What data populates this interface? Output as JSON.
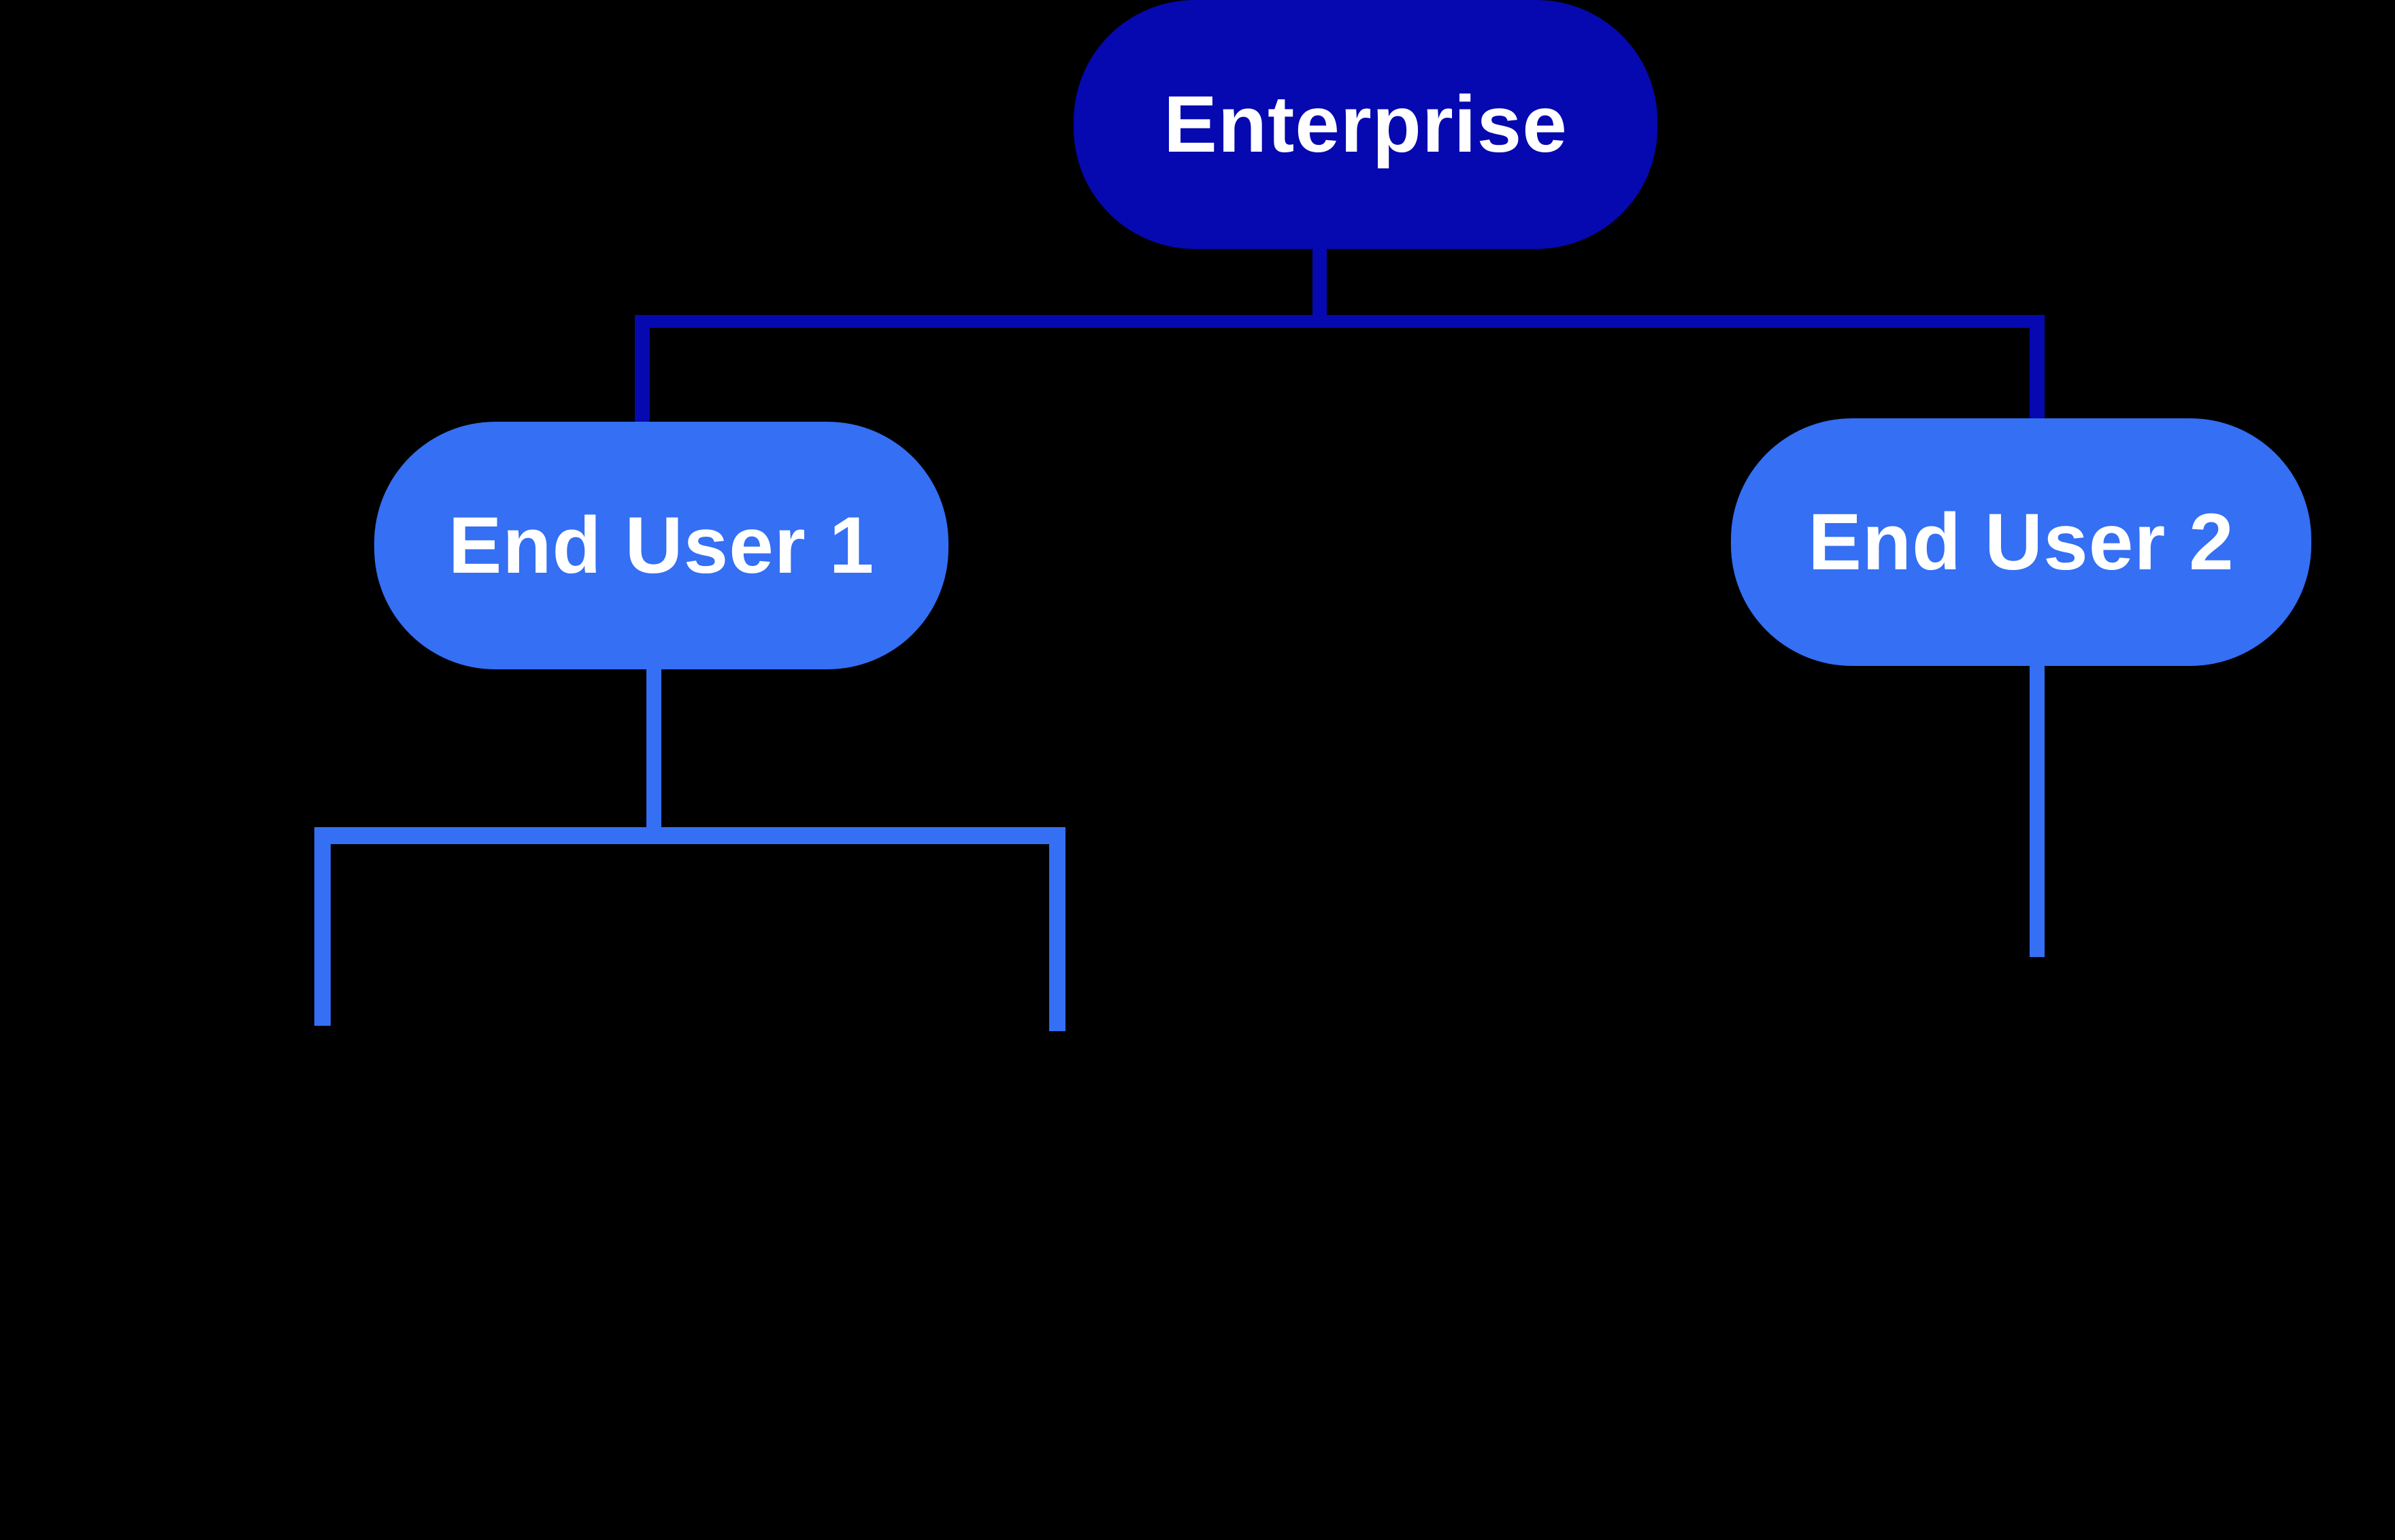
{
  "diagram": {
    "type": "org-tree",
    "colors": {
      "background": "#000000",
      "root_fill": "#0609AF",
      "child_fill": "#346FF4",
      "connector_dark": "#0609AF",
      "connector_light": "#346FF4",
      "label_text": "#FFFFFF"
    },
    "nodes": {
      "root": {
        "id": "enterprise",
        "label": "Enterprise"
      },
      "child1": {
        "id": "end-user-1",
        "label": "End User 1"
      },
      "child2": {
        "id": "end-user-2",
        "label": "End User 2"
      }
    },
    "edges": [
      {
        "from": "enterprise",
        "to": "end-user-1",
        "style": "dark"
      },
      {
        "from": "enterprise",
        "to": "end-user-2",
        "style": "dark"
      },
      {
        "from": "end-user-1",
        "to": "truncated-branch-left",
        "style": "light"
      },
      {
        "from": "end-user-1",
        "to": "truncated-branch-right",
        "style": "light"
      },
      {
        "from": "end-user-2",
        "to": "truncated-branch",
        "style": "light"
      }
    ]
  }
}
